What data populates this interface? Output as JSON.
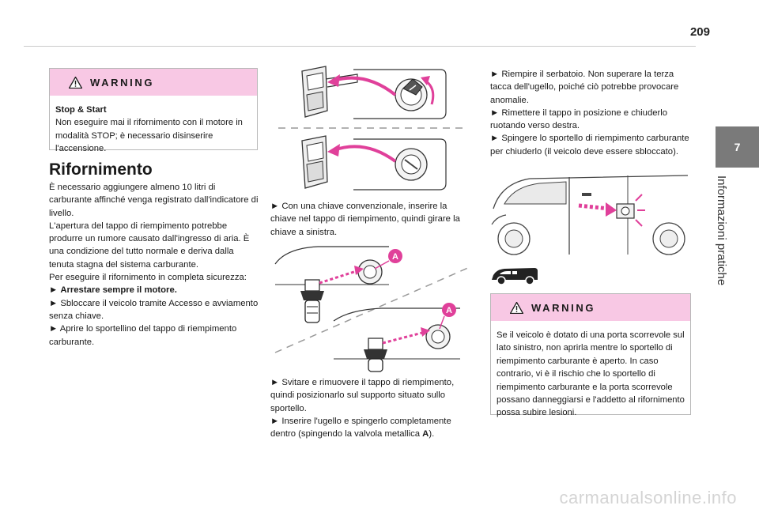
{
  "page": {
    "number": "209",
    "chapter_tab": "7",
    "chapter_title": "Informazioni pratiche"
  },
  "warning1": {
    "title": "WARNING",
    "heading": "Stop & Start",
    "text": "Non eseguire mai il rifornimento con il motore in modalità STOP; è necessario disinserire l'accensione."
  },
  "section": {
    "title": "Rifornimento",
    "paragraphs": [
      "È necessario aggiungere almeno 10 litri di carburante affinché venga registrato dall'indicatore di livello.",
      "L'apertura del tappo di riempimento potrebbe produrre un rumore causato dall'ingresso di aria. È una condizione del tutto normale e deriva dalla tenuta stagna del sistema carburante.",
      "Per eseguire il rifornimento in completa sicurezza:"
    ],
    "steps": [
      "Arrestare sempre il motore.",
      "Sbloccare il veicolo tramite Accesso e avviamento senza chiave.",
      "Aprire lo sportellino del tappo di riempimento carburante."
    ]
  },
  "col2": {
    "step_key": "Con una chiave convenzionale, inserire la chiave nel tappo di riempimento, quindi girare la chiave a sinistra.",
    "step_remove": "Svitare e rimuovere il tappo di riempimento, quindi posizionarlo sul supporto situato sullo sportello.",
    "step_nozzle_prefix": "Inserire l'ugello e spingerlo completamente dentro (spingendo la valvola metallica ",
    "step_nozzle_bold": "A",
    "step_nozzle_suffix": ").",
    "label_a": "A"
  },
  "col3": {
    "steps": [
      "Riempire il serbatoio. Non superare la terza tacca dell'ugello, poiché ciò potrebbe provocare anomalie.",
      "Rimettere il tappo in posizione e chiuderlo ruotando verso destra.",
      "Spingere lo sportello di riempimento carburante per chiuderlo (il veicolo deve essere sbloccato)."
    ]
  },
  "warning2": {
    "title": "WARNING",
    "text": "Se il veicolo è dotato di una porta scorrevole sul lato sinistro, non aprirla mentre lo sportello di riempimento carburante è aperto. In caso contrario, vi è il rischio che lo sportello di riempimento carburante e la porta scorrevole possano danneggiarsi e l'addetto al rifornimento possa subire lesioni."
  },
  "bullet_glyph": "►",
  "watermark": "carmanualsonline.info",
  "colors": {
    "warning_header": "#f8c8e4",
    "arrow_magenta": "#e0409a",
    "tab_gray": "#7a7a7a"
  }
}
